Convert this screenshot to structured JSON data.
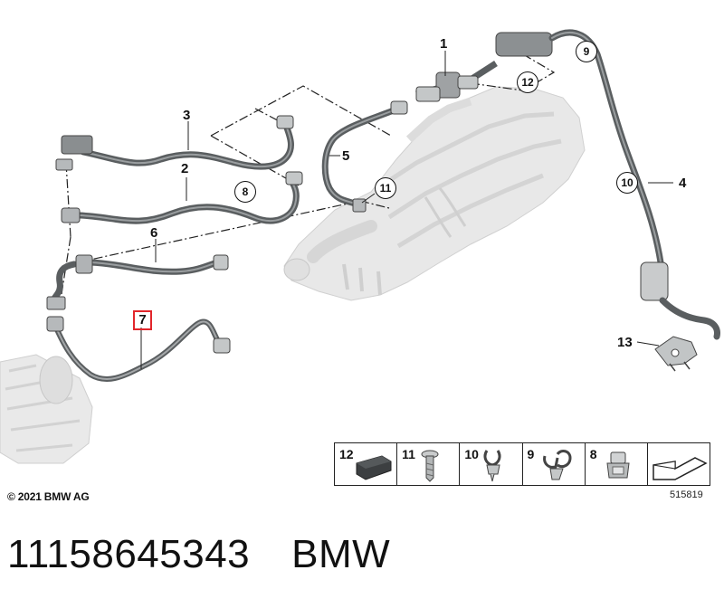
{
  "callouts": {
    "c1": "1",
    "c2": "2",
    "c3": "3",
    "c4": "4",
    "c5": "5",
    "c6": "6",
    "c7": "7",
    "c13": "13",
    "circ8": "8",
    "circ9": "9",
    "circ10": "10",
    "circ11": "11",
    "circ12": "12"
  },
  "legend": [
    {
      "num": "12",
      "icon": "rubber-pad-icon"
    },
    {
      "num": "11",
      "icon": "expanding-rivet-icon"
    },
    {
      "num": "10",
      "icon": "hose-clip-icon"
    },
    {
      "num": "9",
      "icon": "double-clip-icon"
    },
    {
      "num": "8",
      "icon": "holder-clip-icon"
    },
    {
      "num": "",
      "icon": "arrow-placeholder-icon"
    }
  ],
  "copyright": "© 2021 BMW AG",
  "diagram_ref": "515819",
  "footer": {
    "part_number": "11158645343",
    "brand": "BMW"
  },
  "colors": {
    "highlight": "#e2262b",
    "hose": "#5a5e60",
    "hose_light": "#8c9092",
    "engine": "#e6e6e6"
  }
}
